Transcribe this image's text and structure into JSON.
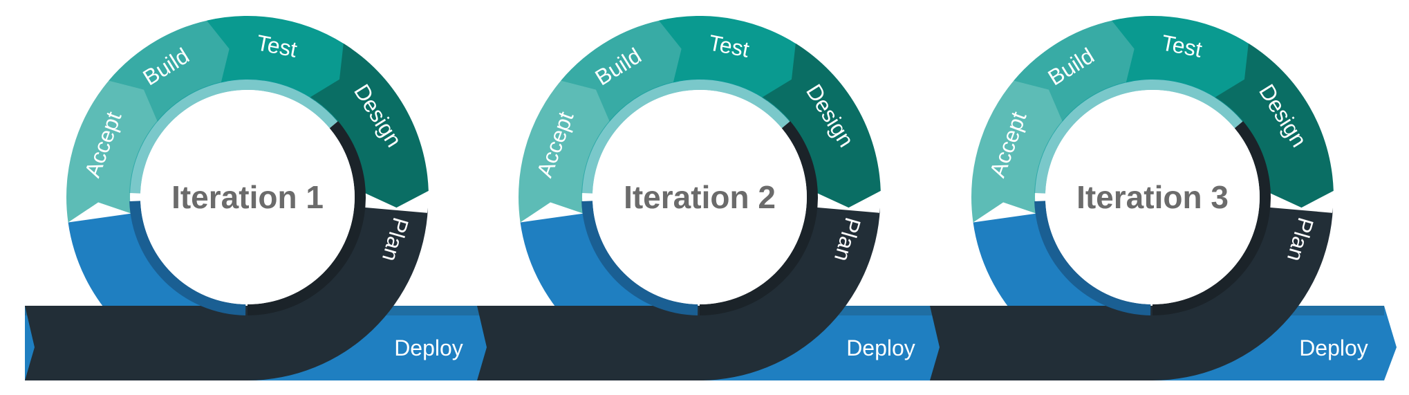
{
  "iterations": [
    {
      "title": "Iteration 1",
      "stages": {
        "accept": "Accept",
        "build": "Build",
        "test": "Test",
        "design": "Design",
        "plan": "Plan",
        "deploy": "Deploy"
      }
    },
    {
      "title": "Iteration 2",
      "stages": {
        "accept": "Accept",
        "build": "Build",
        "test": "Test",
        "design": "Design",
        "plan": "Plan",
        "deploy": "Deploy"
      }
    },
    {
      "title": "Iteration 3",
      "stages": {
        "accept": "Accept",
        "build": "Build",
        "test": "Test",
        "design": "Design",
        "plan": "Plan",
        "deploy": "Deploy"
      }
    }
  ],
  "colors": {
    "accept": "#5dbcb6",
    "build": "#38aba5",
    "test": "#0a9a90",
    "design": "#0a6e64",
    "plan": "#222e37",
    "plan_inner": "#1b2329",
    "deploy": "#1f7fc1",
    "deploy_dark": "#1f6ea3",
    "ring_inner_teal": "#0c9b9e",
    "title": "#6b6b6b"
  }
}
